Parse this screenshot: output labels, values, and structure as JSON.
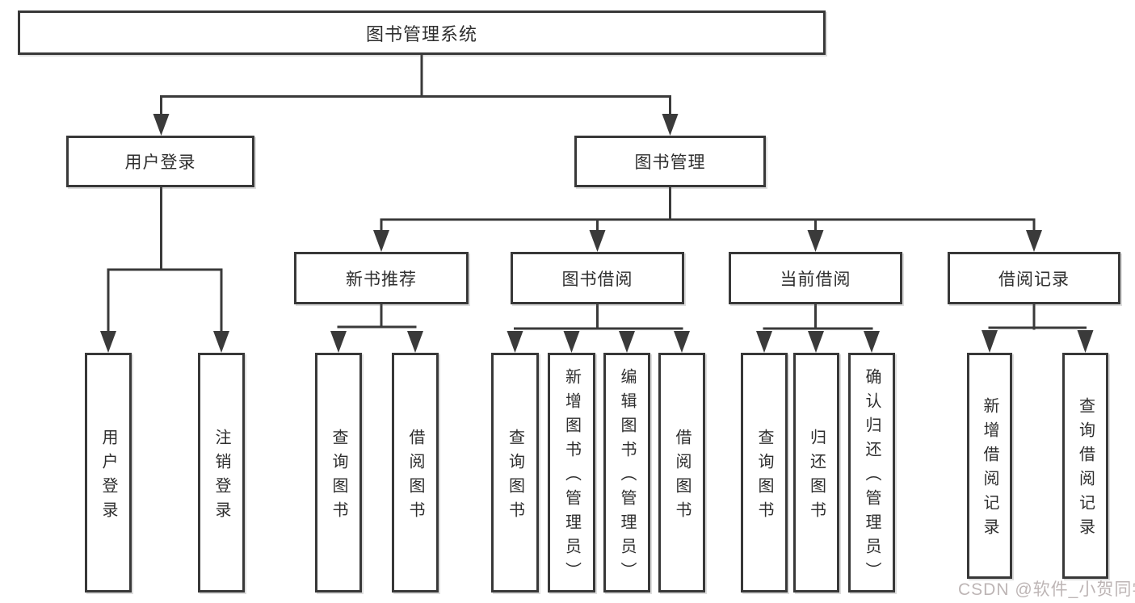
{
  "tree": {
    "root": {
      "label": "图书管理系统"
    },
    "branches": [
      {
        "label": "用户登录",
        "children": [
          {
            "label": "用户登录"
          },
          {
            "label": "注销登录"
          }
        ]
      },
      {
        "label": "图书管理",
        "children": [
          {
            "label": "新书推荐",
            "children": [
              {
                "label": "查询图书"
              },
              {
                "label": "借阅图书"
              }
            ]
          },
          {
            "label": "图书借阅",
            "children": [
              {
                "label": "查询图书"
              },
              {
                "label": "新增图书（管理员）"
              },
              {
                "label": "编辑图书（管理员）"
              },
              {
                "label": "借阅图书"
              }
            ]
          },
          {
            "label": "当前借阅",
            "children": [
              {
                "label": "查询图书"
              },
              {
                "label": "归还图书"
              },
              {
                "label": "确认归还（管理员）"
              }
            ]
          },
          {
            "label": "借阅记录",
            "children": [
              {
                "label": "新增借阅记录"
              },
              {
                "label": "查询借阅记录"
              }
            ]
          }
        ]
      }
    ]
  },
  "watermark": {
    "text": "CSDN @软件_小贺同学"
  },
  "colors": {
    "line": "#3a3a3a",
    "box_border": "#383838",
    "text": "#2e2e2e",
    "watermark": "#bdb5b5"
  }
}
